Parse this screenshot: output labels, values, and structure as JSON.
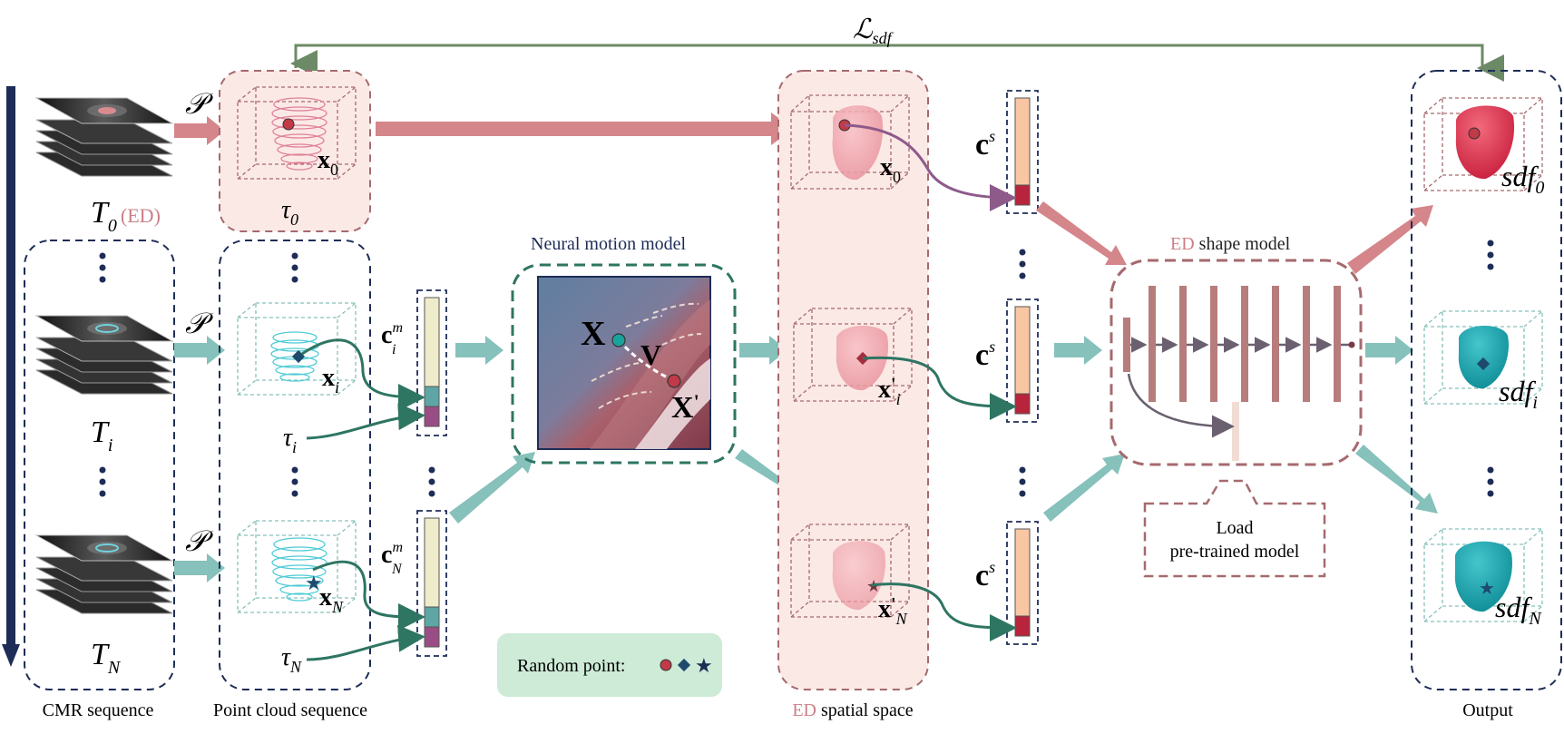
{
  "title": "",
  "top_loss": {
    "L": "ℒ",
    "sub": "sdf"
  },
  "projection_symbol": "𝒫",
  "time_labels": {
    "T": "T",
    "sub0": "0",
    "ed_tag": "(ED)",
    "subi": "i",
    "subN": "N"
  },
  "tau_labels": {
    "tau": "τ",
    "sub0": "0",
    "subi": "i",
    "subN": "N"
  },
  "point_labels": {
    "x": "x",
    "sub0": "0",
    "subi": "i",
    "subN": "N",
    "prime": "'"
  },
  "code_labels": {
    "c": "c",
    "m": "m",
    "s": "s",
    "subi": "i",
    "subN": "N"
  },
  "sdf_labels": {
    "sdf": "sdf",
    "sub0": "0",
    "subi": "i",
    "subN": "N"
  },
  "motion_model": {
    "title": "Neural motion model",
    "X": "X",
    "V": "V",
    "Xp": "X",
    "prime": "'"
  },
  "shape_model": {
    "ed": "ED",
    "rest": " shape model"
  },
  "pretrained": {
    "line1": "Load",
    "line2": "pre-trained model"
  },
  "random_point": {
    "label": "Random point:"
  },
  "bottom_labels": {
    "cmr": "CMR sequence",
    "pcs": "Point cloud sequence",
    "ed": "ED",
    "spatial": " spatial space",
    "output": "Output"
  },
  "colors": {
    "pink_arrow": "#d4868a",
    "teal_arrow": "#86c1bb",
    "navy": "#1e2d57",
    "dark_green": "#2e7562",
    "mauve": "#a56a6e",
    "pink_panel": "#fbe9e6",
    "green_legend": "#cdebd6",
    "red_point": "#c13a48",
    "ed_text": "#cc8088"
  }
}
